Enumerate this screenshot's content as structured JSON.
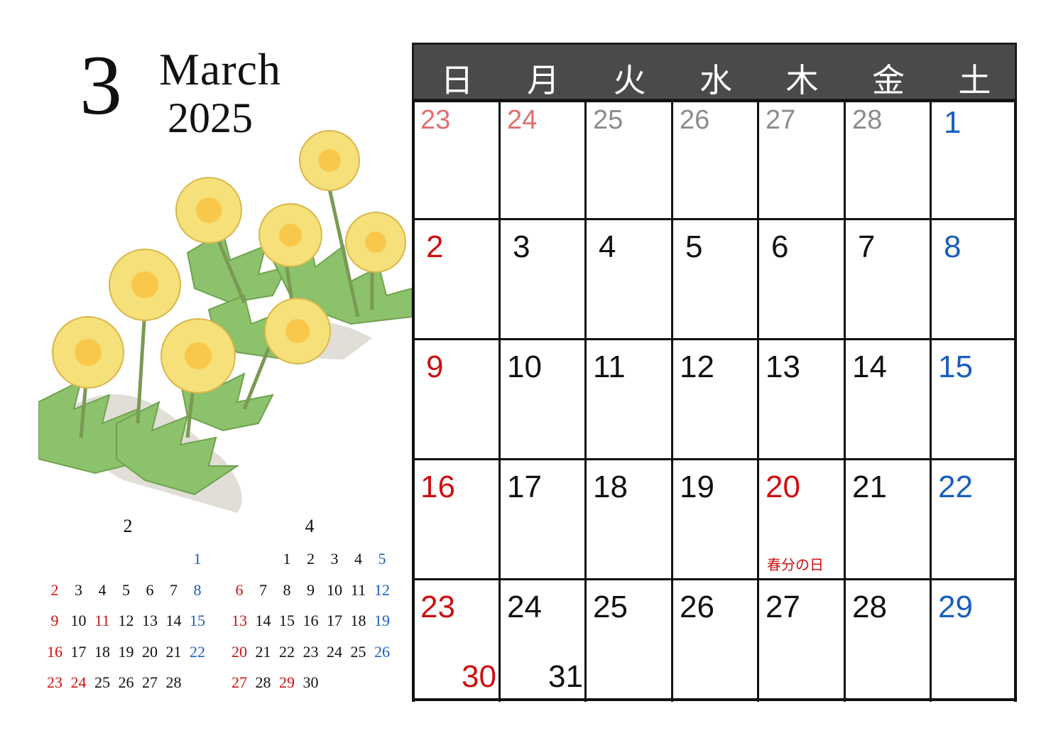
{
  "header": {
    "month_number": "3",
    "month_name": "March",
    "year": "2025"
  },
  "colors": {
    "sunday": "#cc1111",
    "saturday": "#1a5fbf",
    "weekday": "#111111",
    "prev_sunday": "#e07070",
    "prev_other": "#8c8c8c",
    "header_bg": "#4a4a4a"
  },
  "weekdays": [
    "日",
    "月",
    "火",
    "水",
    "木",
    "金",
    "土"
  ],
  "weeks": [
    [
      "23",
      "24",
      "25",
      "26",
      "27",
      "28",
      "1"
    ],
    [
      "2",
      "3",
      "4",
      "5",
      "6",
      "7",
      "8"
    ],
    [
      "9",
      "10",
      "11",
      "12",
      "13",
      "14",
      "15"
    ],
    [
      "16",
      "17",
      "18",
      "19",
      "20",
      "21",
      "22"
    ],
    [
      "23",
      "24",
      "25",
      "26",
      "27",
      "28",
      "29"
    ]
  ],
  "extra_days": [
    "30",
    "31"
  ],
  "holiday_label": "春分の日",
  "mini_prev": {
    "title": "2",
    "rows": [
      [
        "",
        "",
        "",
        "",
        "",
        "",
        "1"
      ],
      [
        "2",
        "3",
        "4",
        "5",
        "6",
        "7",
        "8"
      ],
      [
        "9",
        "10",
        "11",
        "12",
        "13",
        "14",
        "15"
      ],
      [
        "16",
        "17",
        "18",
        "19",
        "20",
        "21",
        "22"
      ],
      [
        "23",
        "24",
        "25",
        "26",
        "27",
        "28",
        ""
      ]
    ]
  },
  "mini_next": {
    "title": "4",
    "rows": [
      [
        "",
        "",
        "1",
        "2",
        "3",
        "4",
        "5"
      ],
      [
        "6",
        "7",
        "8",
        "9",
        "10",
        "11",
        "12"
      ],
      [
        "13",
        "14",
        "15",
        "16",
        "17",
        "18",
        "19"
      ],
      [
        "20",
        "21",
        "22",
        "23",
        "24",
        "25",
        "26"
      ],
      [
        "27",
        "28",
        "29",
        "30",
        "",
        "",
        ""
      ]
    ]
  }
}
